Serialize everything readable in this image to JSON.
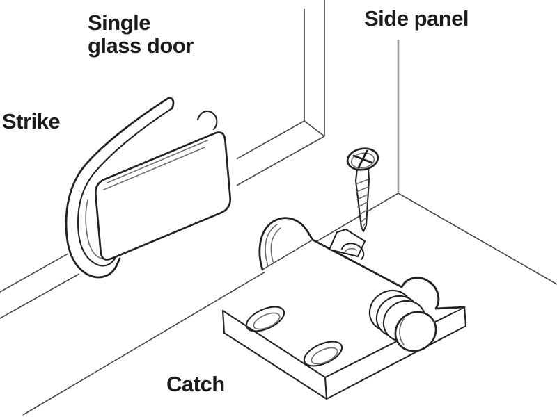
{
  "diagram": {
    "title_context": "Glass door magnetic catch installation diagram",
    "labels": {
      "door_line1": "Single",
      "door_line2": "glass door",
      "side_panel": "Side panel",
      "strike": "Strike",
      "catch": "Catch"
    },
    "parts": [
      {
        "name": "strike-clip",
        "label": "Strike"
      },
      {
        "name": "catch-body",
        "label": "Catch"
      },
      {
        "name": "mounting-screw",
        "label": ""
      },
      {
        "name": "side-panel",
        "label": "Side panel"
      },
      {
        "name": "glass-door",
        "label": "Single glass door"
      }
    ],
    "colors": {
      "background": "#ffffff",
      "text": "#1b1b1b",
      "line": "#222222",
      "panel_line": "#454545",
      "detail": "#6e6e6e",
      "leader": "#9a9a9a"
    }
  }
}
